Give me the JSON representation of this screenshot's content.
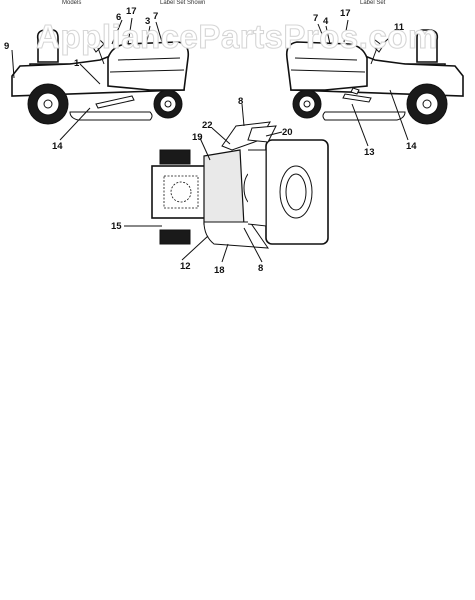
{
  "header_fragments": [
    "Models",
    "Label Set Shown",
    "Label Set"
  ],
  "watermark": "AppliancePartsPros.com",
  "callouts": [
    "9",
    "6",
    "17",
    "3",
    "7",
    "1",
    "14",
    "7",
    "4",
    "17",
    "11",
    "13",
    "14",
    "8",
    "22",
    "20",
    "19",
    "15",
    "12",
    "18",
    "8"
  ]
}
